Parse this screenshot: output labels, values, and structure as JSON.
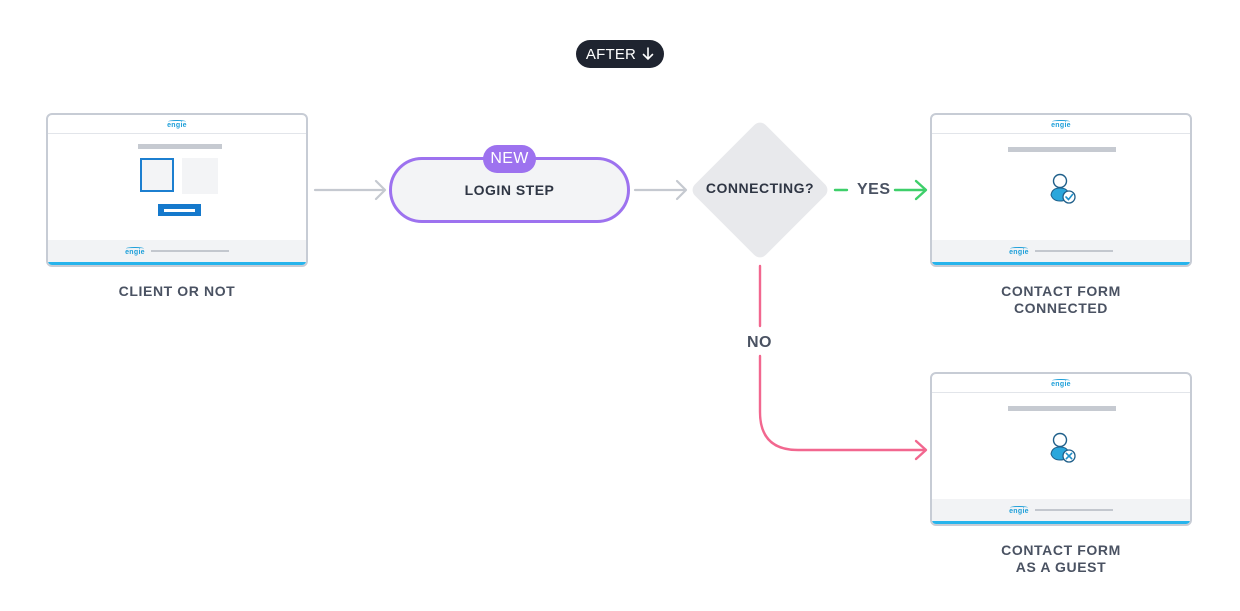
{
  "header": {
    "label": "AFTER",
    "icon": "arrow-down-icon"
  },
  "nodes": {
    "start": {
      "caption": "CLIENT OR NOT",
      "logo": "engie"
    },
    "login": {
      "label": "LOGIN STEP",
      "badge": "NEW"
    },
    "decision": {
      "label": "CONNECTING?"
    },
    "connected": {
      "caption_line1": "CONTACT FORM",
      "caption_line2": "CONNECTED",
      "logo": "engie",
      "icon": "user-check-icon"
    },
    "guest": {
      "caption_line1": "CONTACT FORM",
      "caption_line2": "AS A GUEST",
      "logo": "engie",
      "icon": "user-x-icon"
    }
  },
  "edges": {
    "yes_label": "YES",
    "no_label": "NO"
  },
  "colors": {
    "accent_purple": "#9d72ef",
    "yes_green": "#3ecf6a",
    "no_pink": "#f2678f",
    "neutral_arrow": "#c5c9d0",
    "brand_blue": "#1d9fd9"
  }
}
